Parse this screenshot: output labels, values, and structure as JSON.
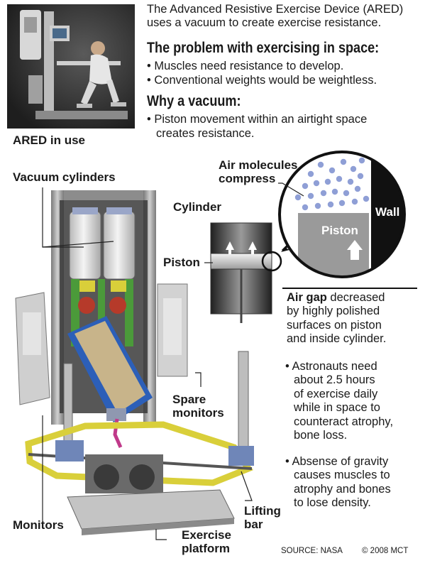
{
  "intro": "The Advanced Resistive Exercise Device (ARED) uses a vacuum to create exercise resistance.",
  "problem": {
    "heading": "The problem with exercising in space:",
    "bullets": [
      "Muscles need resistance to develop.",
      "Conventional weights would be weightless."
    ]
  },
  "vacuum": {
    "heading": "Why a vacuum:",
    "bullet_line1": "Piston movement within an airtight space",
    "bullet_line2": "creates resistance."
  },
  "photo_caption": "ARED in use",
  "labels": {
    "vacuum_cylinders": "Vacuum cylinders",
    "cylinder": "Cylinder",
    "piston": "Piston",
    "air_molecules_1": "Air molecules",
    "air_molecules_2": "compress",
    "wall": "Wall",
    "piston_detail": "Piston",
    "spare_monitors_1": "Spare",
    "spare_monitors_2": "monitors",
    "monitors": "Monitors",
    "lifting_bar_1": "Lifting",
    "lifting_bar_2": "bar",
    "exercise_platform_1": "Exercise",
    "exercise_platform_2": "platform"
  },
  "air_gap": {
    "bold": "Air gap",
    "lines": [
      " decreased",
      "by highly polished",
      "surfaces on piston",
      "and inside cylinder."
    ]
  },
  "facts": [
    [
      "Astronauts need",
      "about 2.5 hours",
      "of exercise daily",
      "while in space to",
      "counteract atrophy,",
      "bone loss."
    ],
    [
      "Absense of gravity",
      "causes muscles to",
      "atrophy and bones",
      "to lose density."
    ]
  ],
  "source": "SOURCE: NASA",
  "copyright": "© 2008 MCT",
  "colors": {
    "molecule": "#8f9fd6",
    "device_yellow": "#d9cf3a",
    "device_blue": "#2c5fb8",
    "device_green": "#4b9a3a",
    "device_red": "#b63a2a",
    "ramp_tan": "#c8b48a"
  }
}
